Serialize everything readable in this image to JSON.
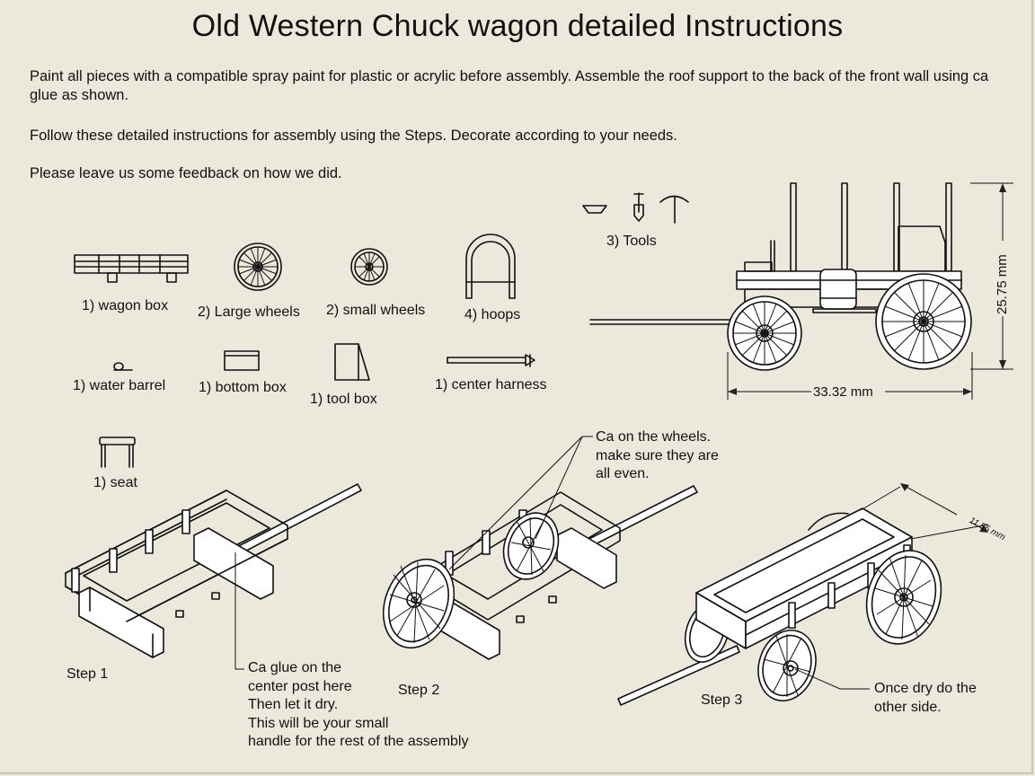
{
  "title": "Old Western Chuck wagon detailed Instructions",
  "intro": {
    "p1": "Paint all pieces with a compatible spray paint for plastic or acrylic before assembly. Assemble the roof support to the back of the front wall using ca glue as shown.",
    "p2": "Follow these detailed instructions for assembly using the Steps. Decorate according to your needs.",
    "p3": "Please leave us some feedback on how we did."
  },
  "parts": {
    "wagon_box": "1) wagon box",
    "large_wheels": "2) Large wheels",
    "small_wheels": "2) small wheels",
    "hoops": "4) hoops",
    "tools": "3) Tools",
    "water_barrel": "1) water barrel",
    "bottom_box": "1) bottom box",
    "tool_box": "1) tool box",
    "center_harness": "1) center harness",
    "seat": "1) seat"
  },
  "dimensions": {
    "height": "25.75 mm",
    "width": "33.32 mm",
    "depth": "11.55 mm"
  },
  "steps": {
    "step1": "Step 1",
    "step2": "Step 2",
    "step3": "Step 3"
  },
  "notes": {
    "glue_1": "Ca glue on the",
    "glue_2": "center post here",
    "glue_3": "Then let it dry.",
    "glue_4": "This will be your small",
    "glue_5": "handle for the rest of the assembly",
    "wheels_1": "Ca on the wheels.",
    "wheels_2": "make sure they are",
    "wheels_3": "all even.",
    "dry_1": "Once dry do the",
    "dry_2": "other side."
  }
}
